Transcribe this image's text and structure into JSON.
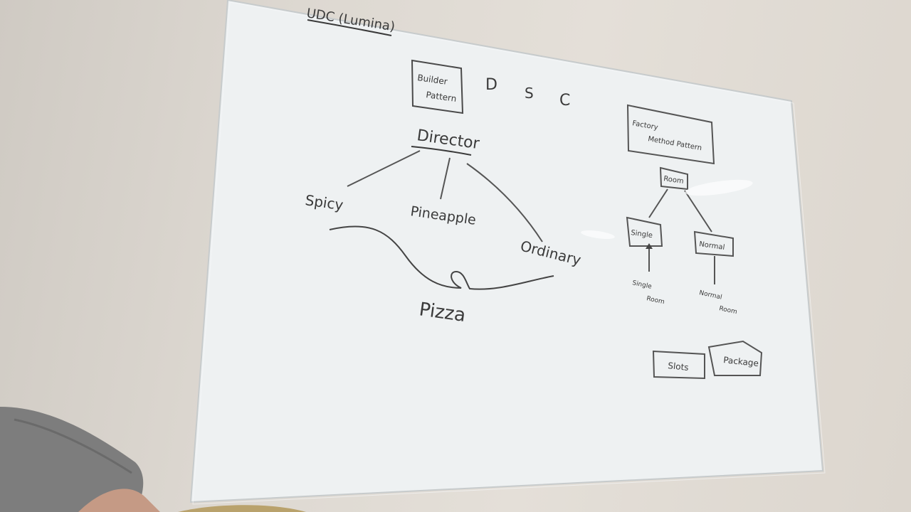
{
  "scene": {
    "description": "Photo of a whiteboard with handwritten design-pattern notes",
    "colors": {
      "wall": "#dcd6ce",
      "board": "#eef1f2",
      "ink": "#3a3a3a",
      "sleeve": "#7d7d7d",
      "skin": "#c59a85"
    }
  },
  "board": {
    "heading": "UDC (Lumina)",
    "builder_box": {
      "line1": "Builder",
      "line2": "Pattern"
    },
    "dsc": [
      "D",
      "S",
      "C"
    ],
    "director": "Director",
    "branches": [
      "Spicy",
      "Pineapple",
      "Ordinary"
    ],
    "product": "Pizza",
    "factory_box": {
      "line1": "Factory",
      "line2": "Method Pattern"
    },
    "factory_root": "Room",
    "factory_children": [
      "Single",
      "Normal"
    ],
    "factory_leaves": [
      {
        "line1": "Single",
        "line2": "Room"
      },
      {
        "line1": "Normal",
        "line2": "Room"
      }
    ],
    "bottom_boxes": [
      "Slots",
      "Package"
    ]
  }
}
